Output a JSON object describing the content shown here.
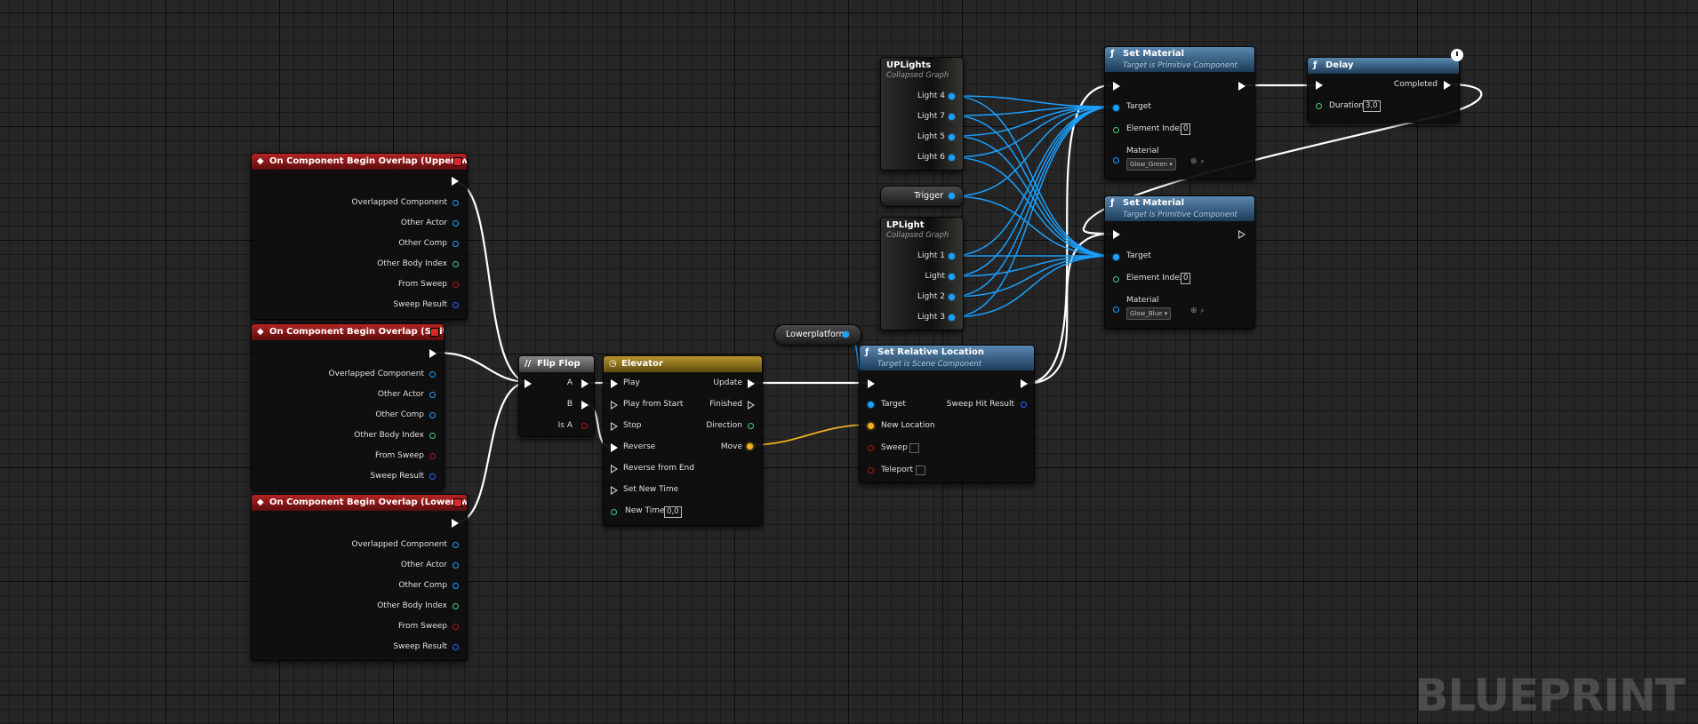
{
  "watermark": "BLUEPRINT",
  "nodes": {
    "overlap_upper": {
      "title": "On Component Begin Overlap (Upperswitch)",
      "pins": [
        "Overlapped Component",
        "Other Actor",
        "Other Comp",
        "Other Body Index",
        "From Sweep",
        "Sweep Result"
      ]
    },
    "overlap_switch": {
      "title": "On Component Begin Overlap (Switch)",
      "pins": [
        "Overlapped Component",
        "Other Actor",
        "Other Comp",
        "Other Body Index",
        "From Sweep",
        "Sweep Result"
      ]
    },
    "overlap_lower": {
      "title": "On Component Begin Overlap (Lowerswitch)",
      "pins": [
        "Overlapped Component",
        "Other Actor",
        "Other Comp",
        "Other Body Index",
        "From Sweep",
        "Sweep Result"
      ]
    },
    "flipflop": {
      "title": "Flip Flop",
      "out_a": "A",
      "out_b": "B",
      "is_a": "Is A"
    },
    "elevator": {
      "title": "Elevator",
      "inputs": [
        "Play",
        "Play from Start",
        "Stop",
        "Reverse",
        "Reverse from End",
        "Set New Time",
        "New Time"
      ],
      "outputs": [
        "Update",
        "Finished",
        "Direction",
        "Move"
      ],
      "new_time_value": "0,0"
    },
    "lowerplatform": {
      "label": "Lowerplatform"
    },
    "set_rel_loc": {
      "title": "Set Relative Location",
      "subtitle": "Target is Scene Component",
      "inputs": [
        "Target",
        "New Location",
        "Sweep",
        "Teleport"
      ],
      "output": "Sweep Hit Result"
    },
    "uplights": {
      "title": "UPLights",
      "subtitle": "Collapsed Graph",
      "pins": [
        "Light 4",
        "Light 7",
        "Light 5",
        "Light 6"
      ]
    },
    "trigger": {
      "label": "Trigger"
    },
    "lplight": {
      "title": "LPLight",
      "subtitle": "Collapsed Graph",
      "pins": [
        "Light 1",
        "Light",
        "Light 2",
        "Light 3"
      ]
    },
    "set_mat_1": {
      "title": "Set Material",
      "subtitle": "Target is Primitive Component",
      "target": "Target",
      "element_index": "Element Index",
      "element_index_value": "0",
      "material": "Material",
      "material_value": "Glow_Green"
    },
    "set_mat_2": {
      "title": "Set Material",
      "subtitle": "Target is Primitive Component",
      "target": "Target",
      "element_index": "Element Index",
      "element_index_value": "0",
      "material": "Material",
      "material_value": "Glow_Blue"
    },
    "delay": {
      "title": "Delay",
      "duration": "Duration",
      "duration_value": "3,0",
      "completed": "Completed"
    }
  },
  "colors": {
    "event": "#b32424",
    "function": "#4a7aa5",
    "timeline": "#b8952a",
    "object_pin": "#1aa0ff",
    "vector_pin": "#f0b020",
    "int_pin": "#3fd07b",
    "bool_pin": "#b01414",
    "exec_wire": "#ffffff"
  }
}
